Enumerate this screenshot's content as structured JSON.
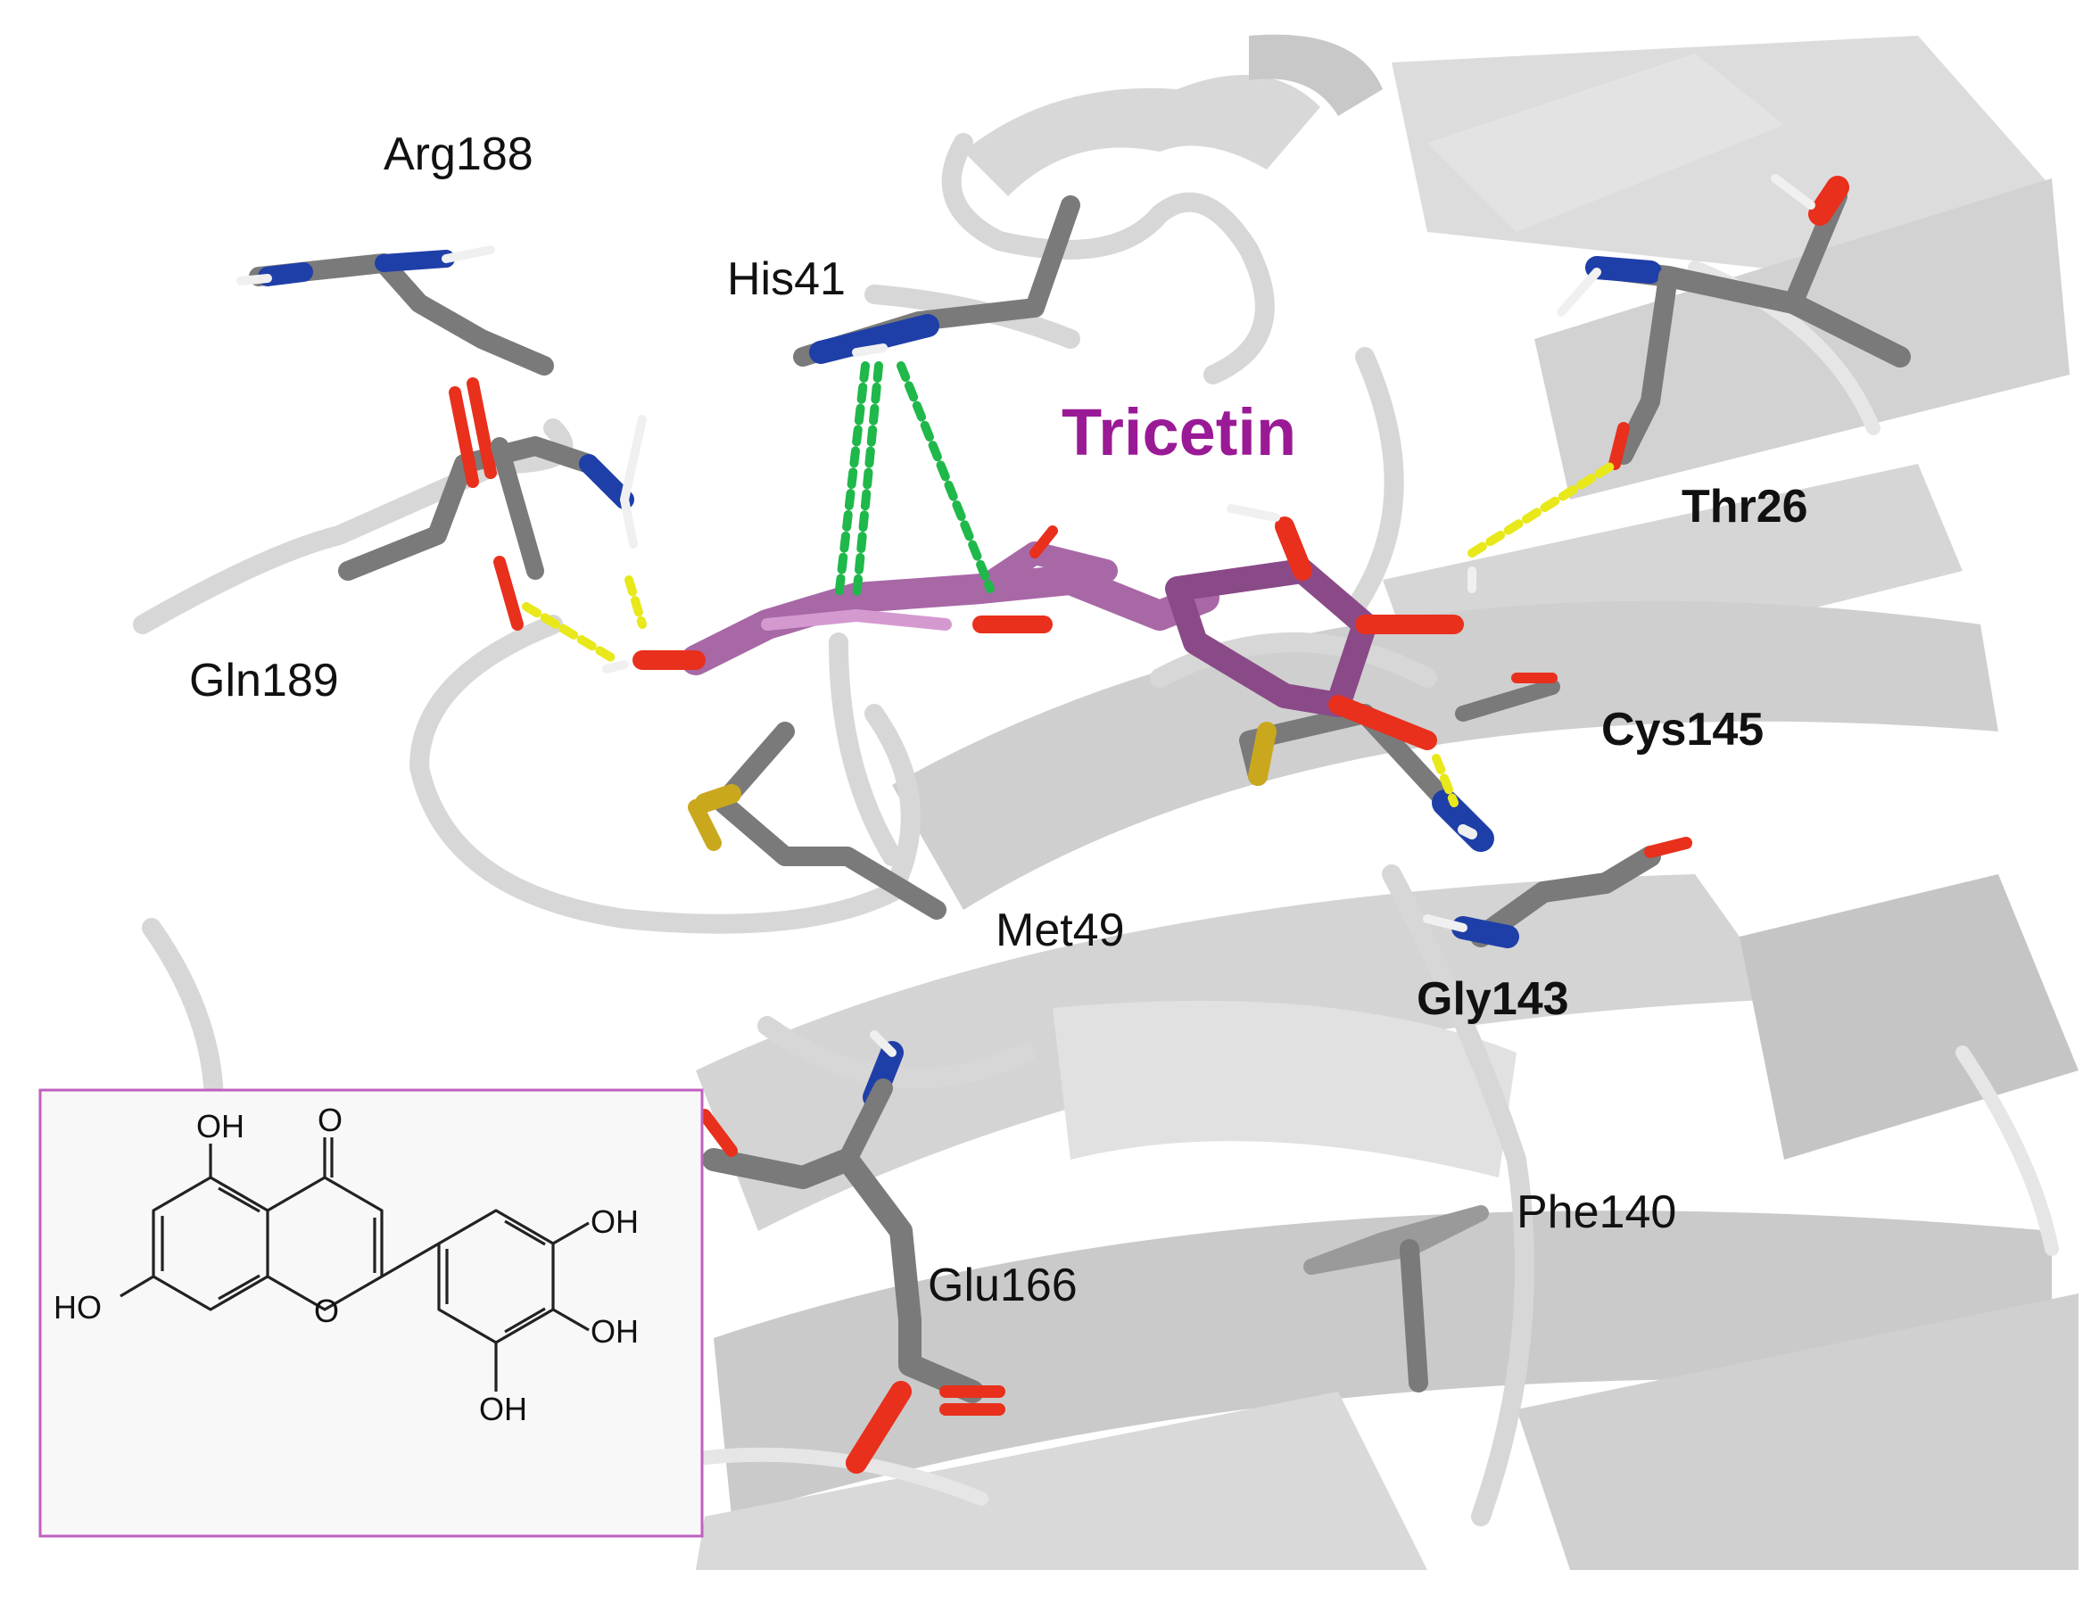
{
  "ligand": {
    "name": "Tricetin",
    "color": "#9a1a96"
  },
  "residues": {
    "arg188": "Arg188",
    "his41": "His41",
    "thr26": "Thr26",
    "gln189": "Gln189",
    "cys145": "Cys145",
    "met49": "Met49",
    "gly143": "Gly143",
    "glu166": "Glu166",
    "phe140": "Phe140"
  },
  "structure_inset": {
    "atoms": {
      "oh5": "OH",
      "o4": "O",
      "ho7": "HO",
      "o1": "O",
      "oh3p": "OH",
      "oh4p": "OH",
      "oh5p": "OH"
    },
    "border_color": "#c060c0"
  },
  "colors": {
    "carbon": "#8a8a8a",
    "nitrogen": "#1f3fa8",
    "oxygen": "#e8301c",
    "sulfur": "#c9a81e",
    "ligand_carbon": "#c47fc0",
    "hbond": "#e8e81a",
    "pi_interaction": "#1fb84a",
    "ribbon": "#d7d7d7"
  }
}
